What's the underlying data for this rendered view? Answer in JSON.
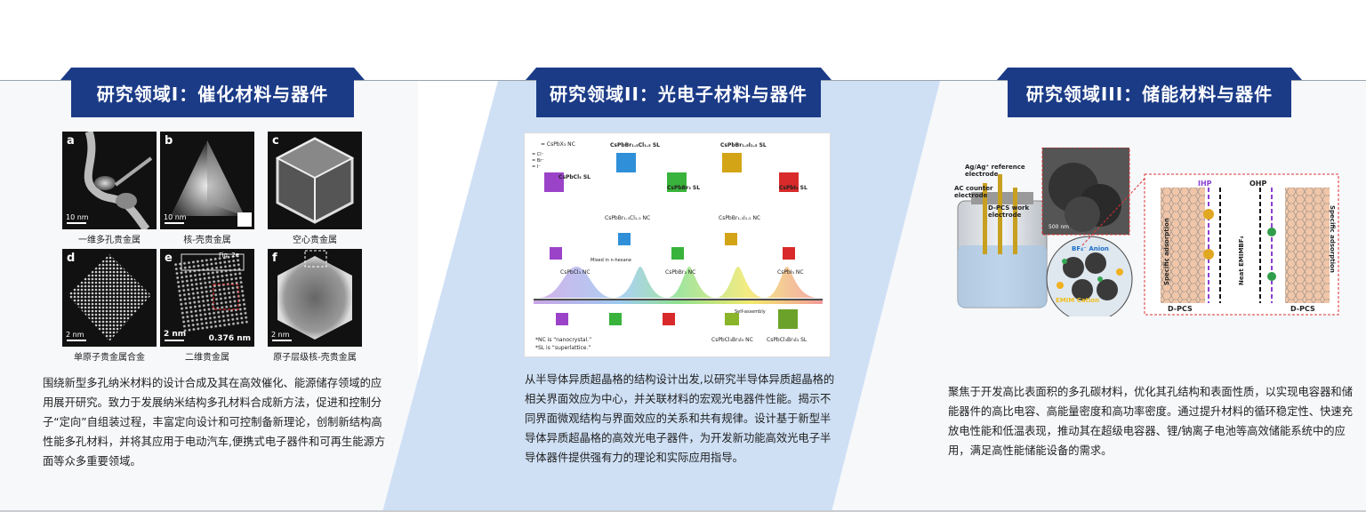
{
  "sections": [
    {
      "title": "研究领域I：催化材料与器件",
      "figure": {
        "panels": [
          {
            "letter": "a",
            "label": "一维多孔贵金属",
            "scale": "10 nm"
          },
          {
            "letter": "b",
            "label": "核-壳贵金属",
            "scale": "10 nm"
          },
          {
            "letter": "c",
            "label": "空心贵金属",
            "scale": ""
          },
          {
            "letter": "d",
            "label": "单原子贵金属合金",
            "scale": "2 nm"
          },
          {
            "letter": "e",
            "label": "二维贵金属",
            "scale": "2 nm",
            "extra": "0.376 nm",
            "fig": "Fig. 2e"
          },
          {
            "letter": "f",
            "label": "原子层级核-壳贵金属",
            "scale": "2 nm"
          }
        ]
      },
      "description": "围绕新型多孔纳米材料的设计合成及其在高效催化、能源储存领域的应用展开研究。致力于发展纳米结构多孔材料合成新方法，促进和控制分子“定向”自组装过程，丰富定向设计和可控制备新理论，创制新结构高性能多孔材料，并将其应用于电动汽车,便携式电子器件和可再生能源方面等众多重要领域。"
    },
    {
      "title": "研究领域II：光电子材料与器件",
      "figure": {
        "legend_nc": "= CsPbX₃ NC",
        "legend_ions": [
          "= Cl⁻",
          "= Br⁻",
          "= I⁻"
        ],
        "sl_labels": [
          "CsPbCl₃ SL",
          "CsPbBr₁.₅Cl₁.₅ SL",
          "CsPbBr₃ SL",
          "CsPbBr₁.₅I₁.₅ SL",
          "CsPbI₃ SL"
        ],
        "nc_labels": [
          "CsPbCl₃ NC",
          "CsPbBr₁.₅Cl₁.₅ NC",
          "CsPbBr₃ NC",
          "CsPbBr₁.₅I₁.₅ NC",
          "CsPbI₃ NC"
        ],
        "process_labels": [
          "Self-assembly",
          "Mixed in n-hexane"
        ],
        "bottom_labels": [
          "CsPbCl₃Br₃I₃ NC",
          "CsPbCl₃Br₃I₃ SL"
        ],
        "notes": [
          "*NC is “nanocrystal.”",
          "*SL is “superlattice.”"
        ]
      },
      "description": "从半导体异质超晶格的结构设计出发,以研究半导体异质超晶格的相关界面效应为中心，并关联材料的宏观光电器件性能。揭示不同界面微观结构与界面效应的关系和共有规律。设计基于新型半导体异质超晶格的高效光电子器件，为开发新功能高效光电子半导体器件提供强有力的理论和实际应用指导。"
    },
    {
      "title": "研究领域III：储能材料与器件",
      "figure": {
        "electrode_labels": [
          "Ag/Ag⁺ reference electrode",
          "AC counter electrode",
          "D-PCS work electrode"
        ],
        "tem_scale": "500 nm",
        "ion_labels": [
          "BF₄⁻ Anion",
          "EMIM Cation"
        ],
        "plane_labels": [
          "IHP",
          "OHP"
        ],
        "side_labels": [
          "Specific adsorption",
          "Neat EMIMBF₄",
          "Specific adsorption"
        ],
        "material_labels": [
          "D-PCS",
          "D-PCS"
        ]
      },
      "description": "聚焦于开发高比表面积的多孔碳材料，优化其孔结构和表面性质，以实现电容器和储能器件的高比电容、高能量密度和高功率密度。通过提升材料的循环稳定性、快速充放电性能和低温表现，推动其在超级电容器、锂/钠离子电池等高效储能系统中的应用，满足高性能储能设备的需求。"
    }
  ],
  "colors": {
    "tab": "#1b3b87",
    "band": "#cfe0f5"
  }
}
